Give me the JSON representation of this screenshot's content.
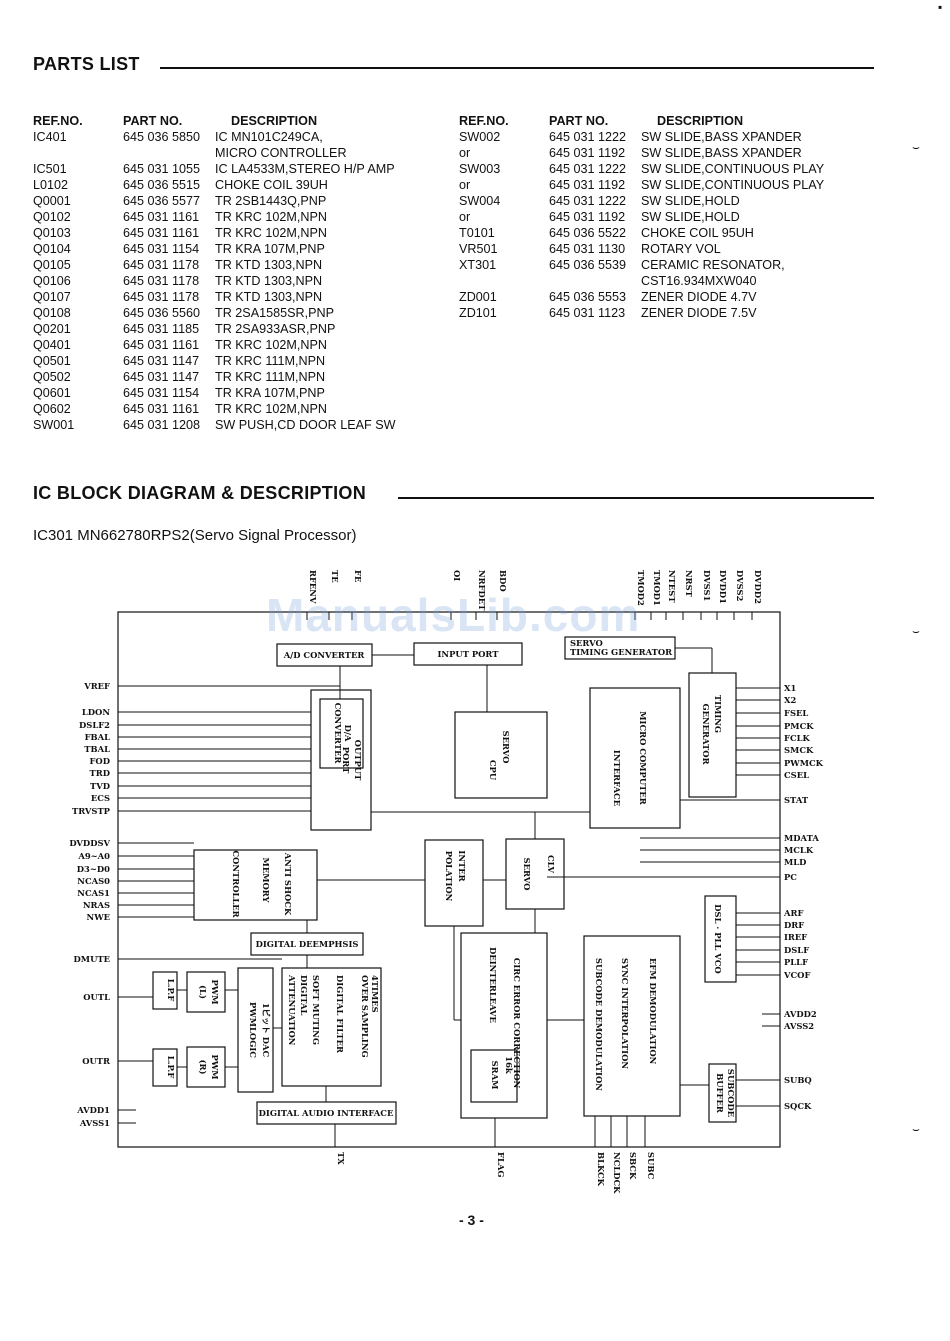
{
  "parts_list": {
    "title": "PARTS LIST",
    "headers": {
      "ref": "REF.NO.",
      "part": "PART  NO.",
      "desc": "DESCRIPTION"
    },
    "left_rows": [
      {
        "ref": "IC401",
        "part": "645 036 5850",
        "desc": "IC MN101C249CA,"
      },
      {
        "ref": "",
        "part": "",
        "desc": "MICRO CONTROLLER"
      },
      {
        "ref": "IC501",
        "part": "645 031 1055",
        "desc": "IC LA4533M,STEREO H/P AMP"
      },
      {
        "ref": "L0102",
        "part": "645 036 5515",
        "desc": "CHOKE COIL 39UH"
      },
      {
        "ref": "Q0001",
        "part": "645 036 5577",
        "desc": "TR 2SB1443Q,PNP"
      },
      {
        "ref": "Q0102",
        "part": "645 031 1161",
        "desc": "TR KRC 102M,NPN"
      },
      {
        "ref": "Q0103",
        "part": "645 031 1161",
        "desc": "TR KRC 102M,NPN"
      },
      {
        "ref": "Q0104",
        "part": "645 031 1154",
        "desc": "TR KRA 107M,PNP"
      },
      {
        "ref": "Q0105",
        "part": "645 031 1178",
        "desc": "TR KTD 1303,NPN"
      },
      {
        "ref": "Q0106",
        "part": "645 031 1178",
        "desc": "TR KTD 1303,NPN"
      },
      {
        "ref": "Q0107",
        "part": "645 031 1178",
        "desc": "TR KTD 1303,NPN"
      },
      {
        "ref": "Q0108",
        "part": "645 036 5560",
        "desc": "TR 2SA1585SR,PNP"
      },
      {
        "ref": "Q0201",
        "part": "645 031 1185",
        "desc": "TR 2SA933ASR,PNP"
      },
      {
        "ref": "Q0401",
        "part": "645 031 1161",
        "desc": "TR KRC 102M,NPN"
      },
      {
        "ref": "Q0501",
        "part": "645 031 1147",
        "desc": "TR KRC 111M,NPN"
      },
      {
        "ref": "Q0502",
        "part": "645 031 1147",
        "desc": "TR KRC 111M,NPN"
      },
      {
        "ref": "Q0601",
        "part": "645 031 1154",
        "desc": "TR KRA 107M,PNP"
      },
      {
        "ref": "Q0602",
        "part": "645 031 1161",
        "desc": "TR KRC 102M,NPN"
      },
      {
        "ref": "SW001",
        "part": "645 031 1208",
        "desc": "SW PUSH,CD DOOR LEAF SW"
      }
    ],
    "right_rows": [
      {
        "ref": "SW002",
        "part": "645 031 1222",
        "desc": "SW SLIDE,BASS XPANDER"
      },
      {
        "ref": "or",
        "part": "645 031 1192",
        "desc": "SW SLIDE,BASS XPANDER"
      },
      {
        "ref": "SW003",
        "part": "645 031 1222",
        "desc": "SW SLIDE,CONTINUOUS PLAY"
      },
      {
        "ref": "or",
        "part": "645 031 1192",
        "desc": "SW SLIDE,CONTINUOUS PLAY"
      },
      {
        "ref": "SW004",
        "part": "645 031 1222",
        "desc": "SW SLIDE,HOLD"
      },
      {
        "ref": "or",
        "part": "645 031 1192",
        "desc": "SW SLIDE,HOLD"
      },
      {
        "ref": "T0101",
        "part": "645 036 5522",
        "desc": "CHOKE COIL 95UH"
      },
      {
        "ref": "VR501",
        "part": "645 031 1130",
        "desc": "ROTARY VOL"
      },
      {
        "ref": "XT301",
        "part": "645 036 5539",
        "desc": "CERAMIC RESONATOR,"
      },
      {
        "ref": "",
        "part": "",
        "desc": "CST16.934MXW040"
      },
      {
        "ref": "ZD001",
        "part": "645 036 5553",
        "desc": "ZENER DIODE 4.7V"
      },
      {
        "ref": "ZD101",
        "part": "645 031 1123",
        "desc": "ZENER DIODE 7.5V"
      }
    ]
  },
  "block_diagram": {
    "title": "IC BLOCK DIAGRAM & DESCRIPTION",
    "subtitle": "IC301 MN662780RPS2(Servo Signal Processor)",
    "watermark": "ManualsLib.com",
    "top_pins": [
      "RFENV",
      "TE",
      "FE",
      "OI",
      "NRFDET",
      "BDO",
      "TMOD2",
      "TMOD1",
      "NTEST",
      "NRST",
      "DVSS1",
      "DVDD1",
      "DVSS2",
      "DVDD2"
    ],
    "left_pins": [
      "VREF",
      "LDON",
      "DSLF2",
      "FBAL",
      "TBAL",
      "FOD",
      "TRD",
      "TVD",
      "ECS",
      "TRVSTP",
      "DVDDSV",
      "A9~A0",
      "D3~D0",
      "NCAS0",
      "NCAS1",
      "NRAS",
      "NWE",
      "DMUTE",
      "OUTL",
      "OUTR",
      "AVDD1",
      "AVSS1"
    ],
    "right_pins": [
      "X1",
      "X2",
      "FSEL",
      "PMCK",
      "FCLK",
      "SMCK",
      "PWMCK",
      "CSEL",
      "STAT",
      "MDATA",
      "MCLK",
      "MLD",
      "PC",
      "ARF",
      "DRF",
      "IREF",
      "DSLF",
      "PLLF",
      "VCOF",
      "AVDD2",
      "AVSS2",
      "SUBQ",
      "SQCK"
    ],
    "bottom_pins": [
      "TX",
      "FLAG",
      "BLKCK",
      "NCLDCK",
      "SBCK",
      "SUBC"
    ],
    "blocks": {
      "ad_converter": "A/D CONVERTER",
      "input_port": "INPUT PORT",
      "servo_timing_1": "SERVO",
      "servo_timing_2": "TIMING GENERATOR",
      "da_converter_1": "D/A",
      "da_converter_2": "CONVERTER",
      "output_port_1": "OUTPUT",
      "output_port_2": "PORT",
      "servo_cpu_1": "SERVO",
      "servo_cpu_2": "CPU",
      "micro_computer_1": "MICRO COMPUTER",
      "micro_computer_2": "INTERFACE",
      "timing_gen_1": "TIMING",
      "timing_gen_2": "GENERATOR",
      "interpolation_1": "INTER",
      "interpolation_2": "POLATION",
      "clv_servo_1": "CLV",
      "clv_servo_2": "SERVO",
      "anti_shock_1": "ANTI SHOCK",
      "anti_shock_2": "MEMORY",
      "anti_shock_3": "CONTROLLER",
      "digital_deemphasis": "DIGITAL DEEMPHSIS",
      "dsl_pll_vco": "DSL · PLL VCO",
      "circ_1": "CIRC ERROR CORRECTION",
      "circ_2": "DEINTERLEAVE",
      "sram_1": "16k",
      "sram_2": "SRAM",
      "efm_1": "EFM        DEMODULATION",
      "efm_2": "SYNC    INTERPOLATION",
      "efm_3": "SUBCODE   DEMODULATION",
      "subcode_buffer_1": "SUBCODE",
      "subcode_buffer_2": "BUFFER",
      "filter_1": "4TIMES",
      "filter_2": "OVER SAMPLING",
      "filter_3": "DIGITAL FILTER",
      "filter_4": "SOFT MUTING",
      "filter_5": "DIGITAL",
      "filter_6": "ATTENUATION",
      "dac_1": "1ビット DAC",
      "dac_2": "PWMLOGIC",
      "pwm_l_1": "PWM",
      "pwm_l_2": "(L)",
      "pwm_r_1": "PWM",
      "pwm_r_2": "(R)",
      "lpf": "L.P.F",
      "digital_audio_interface": "DIGITAL AUDIO INTERFACE"
    }
  },
  "page_number": "- 3 -"
}
